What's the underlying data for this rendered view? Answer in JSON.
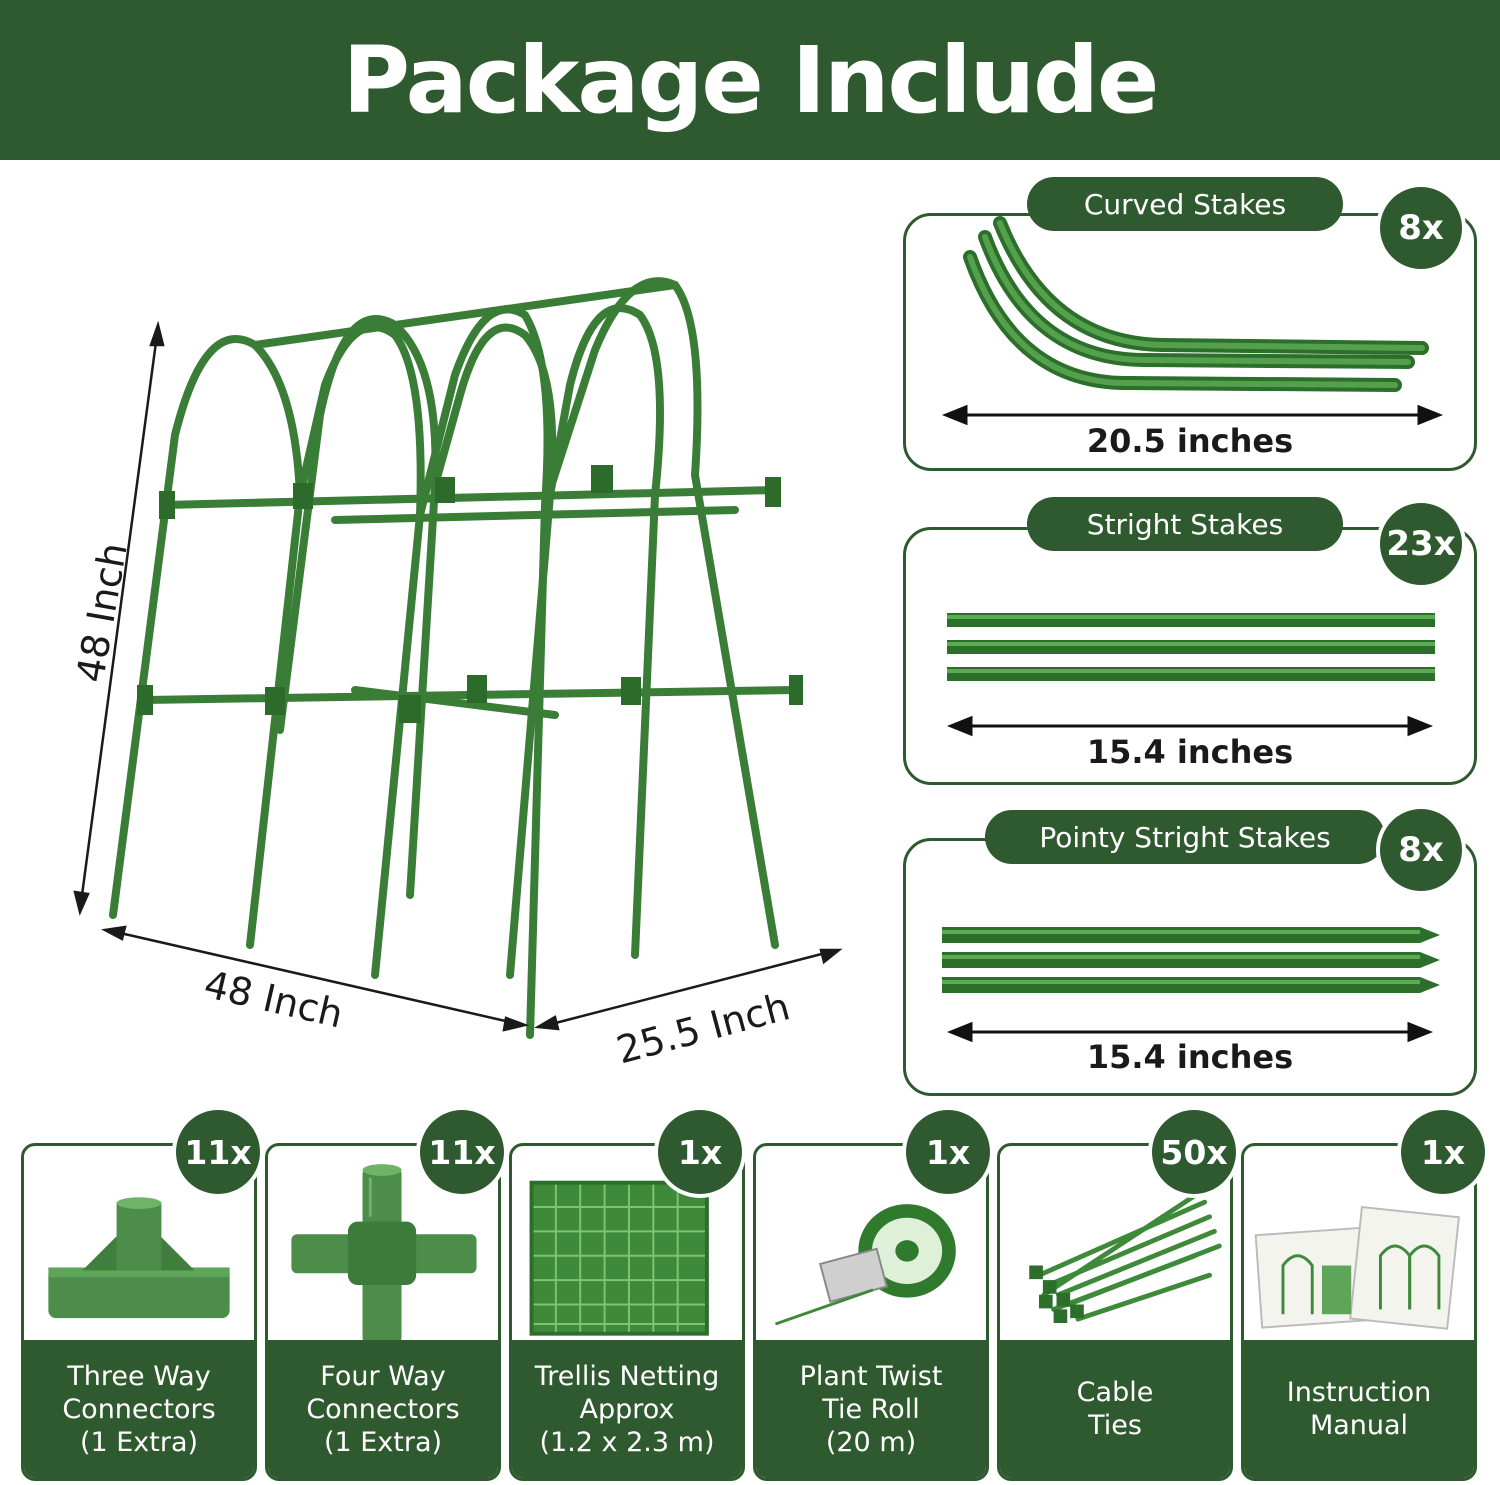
{
  "title": "Package Include",
  "colors": {
    "brand_green": "#2f5a2f",
    "stake_green": "#3e8a3a",
    "white": "#ffffff"
  },
  "trellis": {
    "height_label": "48 Inch",
    "length_label": "48 Inch",
    "depth_label": "25.5 Inch"
  },
  "stakes": [
    {
      "name": "Curved Stakes",
      "qty": "8x",
      "measure": "20.5 inches"
    },
    {
      "name": "Stright Stakes",
      "qty": "23x",
      "measure": "15.4 inches"
    },
    {
      "name": "Pointy Stright Stakes",
      "qty": "8x",
      "measure": "15.4 inches"
    }
  ],
  "items": [
    {
      "qty": "11x",
      "line1": "Three Way",
      "line2": "Connectors",
      "line3": "(1 Extra)",
      "icon": "three-way-connector-icon"
    },
    {
      "qty": "11x",
      "line1": "Four Way",
      "line2": "Connectors",
      "line3": "(1 Extra)",
      "icon": "four-way-connector-icon"
    },
    {
      "qty": "1x",
      "line1": "Trellis Netting",
      "line2": "Approx",
      "line3": "(1.2 x 2.3 m)",
      "icon": "netting-icon"
    },
    {
      "qty": "1x",
      "line1": "Plant Twist",
      "line2": "Tie Roll",
      "line3": "(20 m)",
      "icon": "tie-roll-icon"
    },
    {
      "qty": "50x",
      "line1": "Cable",
      "line2": "Ties",
      "line3": "",
      "icon": "cable-ties-icon"
    },
    {
      "qty": "1x",
      "line1": "Instruction",
      "line2": "Manual",
      "line3": "",
      "icon": "manual-icon"
    }
  ]
}
